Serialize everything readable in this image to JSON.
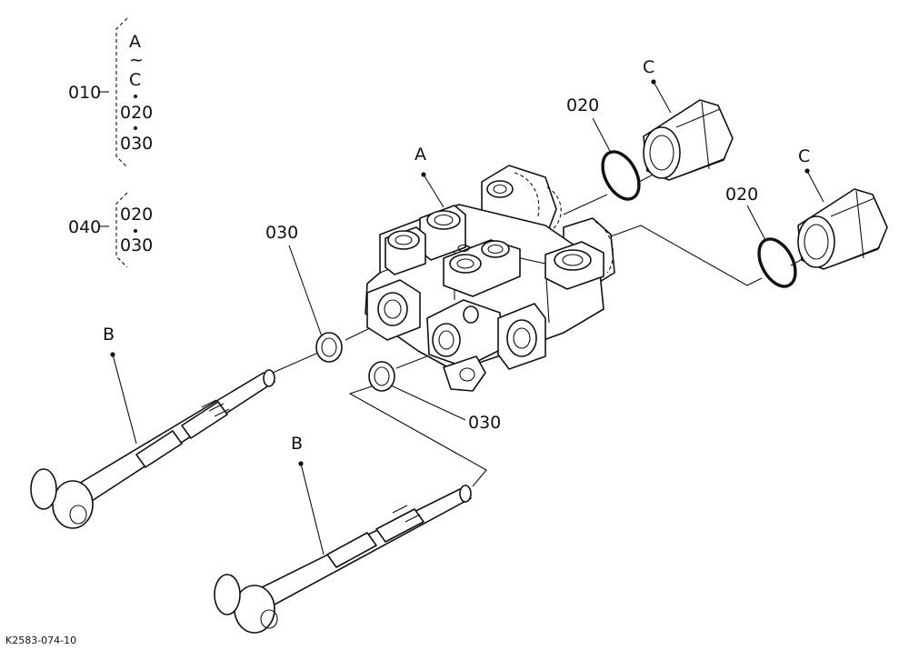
{
  "legend": {
    "group1_code": "010",
    "group1_items": [
      "A",
      "~",
      "C",
      "020",
      "030"
    ],
    "group2_code": "040",
    "group2_items": [
      "020",
      "030"
    ]
  },
  "labels": {
    "A": "A",
    "B1": "B",
    "B2": "B",
    "C1": "C",
    "C2": "C",
    "ring1": "020",
    "ring2": "020",
    "seal1": "030",
    "seal2": "030"
  },
  "figure_id": "K2583-074-10"
}
